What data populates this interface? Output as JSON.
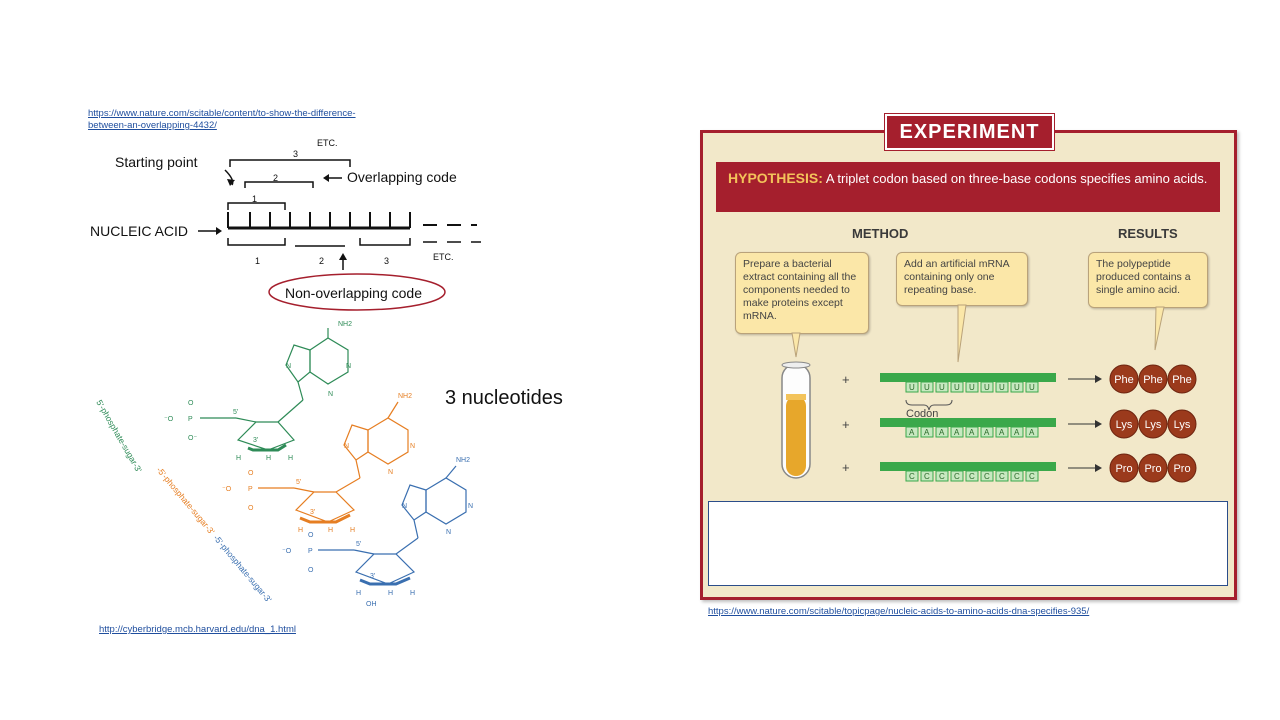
{
  "links": {
    "nature_overlap": "https://www.nature.com/scitable/content/to-show-the-difference-between-an-overlapping-4432/",
    "nature_overlap_line1": "https://www.nature.com/scitable/content/to-show-the-difference-",
    "nature_overlap_line2": "between-an-overlapping-4432/",
    "harvard": "http://cyberbridge.mcb.harvard.edu/dna_1.html",
    "nature_experiment": "https://www.nature.com/scitable/topicpage/nucleic-acids-to-amino-acids-dna-specifies-935/"
  },
  "codon_sketch": {
    "starting_point": "Starting point",
    "overlapping_code": "Overlapping code",
    "nucleic_acid": "NUCLEIC ACID",
    "non_overlapping_code": "Non-overlapping code",
    "etc": "ETC.",
    "top_numbers": [
      "1",
      "2",
      "3"
    ],
    "bottom_numbers": [
      "1",
      "2",
      "3"
    ]
  },
  "nucleotides": {
    "caption": "3 nucleotides",
    "chain_labels": [
      "5'-phosphate-sugar-3'",
      "-5'-phosphate-sugar-3'",
      "-5'-phosphate-sugar-3'"
    ],
    "amine": "NH2",
    "colors": {
      "first": "#2e8b57",
      "second": "#e67e22",
      "third": "#3a6fb0"
    }
  },
  "experiment": {
    "banner": "EXPERIMENT",
    "hypothesis_label": "HYPOTHESIS:",
    "hypothesis_text": "A triplet codon based on three-base codons specifies amino acids.",
    "method_header": "METHOD",
    "results_header": "RESULTS",
    "callout_1": "Prepare a bacterial extract containing all the components needed to make proteins except mRNA.",
    "callout_2": "Add an artificial mRNA containing only one repeating base.",
    "callout_3": "The polypeptide produced contains a single amino acid.",
    "codon_label": "Codon",
    "plus": "+",
    "rows": [
      {
        "base": "U",
        "amino": "Phe"
      },
      {
        "base": "A",
        "amino": "Lys"
      },
      {
        "base": "C",
        "amino": "Pro"
      }
    ],
    "colors": {
      "panel": "#f2e8c9",
      "border": "#a51f2d",
      "strand": "#3aa84a",
      "amino": "#9b3a1c"
    }
  }
}
